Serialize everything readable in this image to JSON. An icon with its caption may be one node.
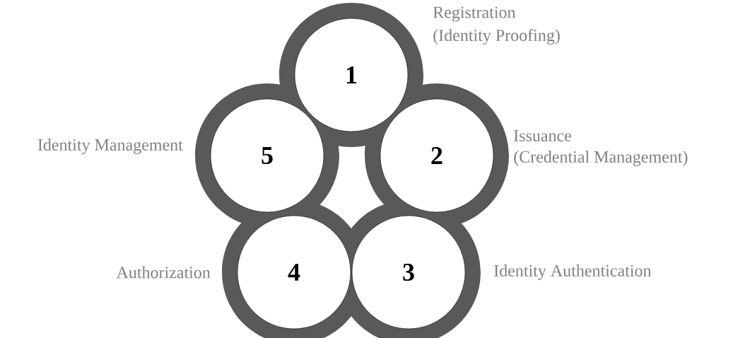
{
  "diagram": {
    "nodes": [
      {
        "text": [
          "1"
        ],
        "beside": [
          "Registration",
          "(Identity Proofing)"
        ]
      },
      {
        "text": [
          "2"
        ],
        "beside": [
          "Issuance",
          "(Credential Management)"
        ]
      },
      {
        "text": [
          "3"
        ],
        "beside": [
          "Identity Authentication"
        ]
      },
      {
        "text": [
          "4"
        ],
        "beside": [
          "Authorization"
        ]
      },
      {
        "text": [
          "5"
        ],
        "beside": [
          "Identity Management"
        ]
      }
    ]
  }
}
